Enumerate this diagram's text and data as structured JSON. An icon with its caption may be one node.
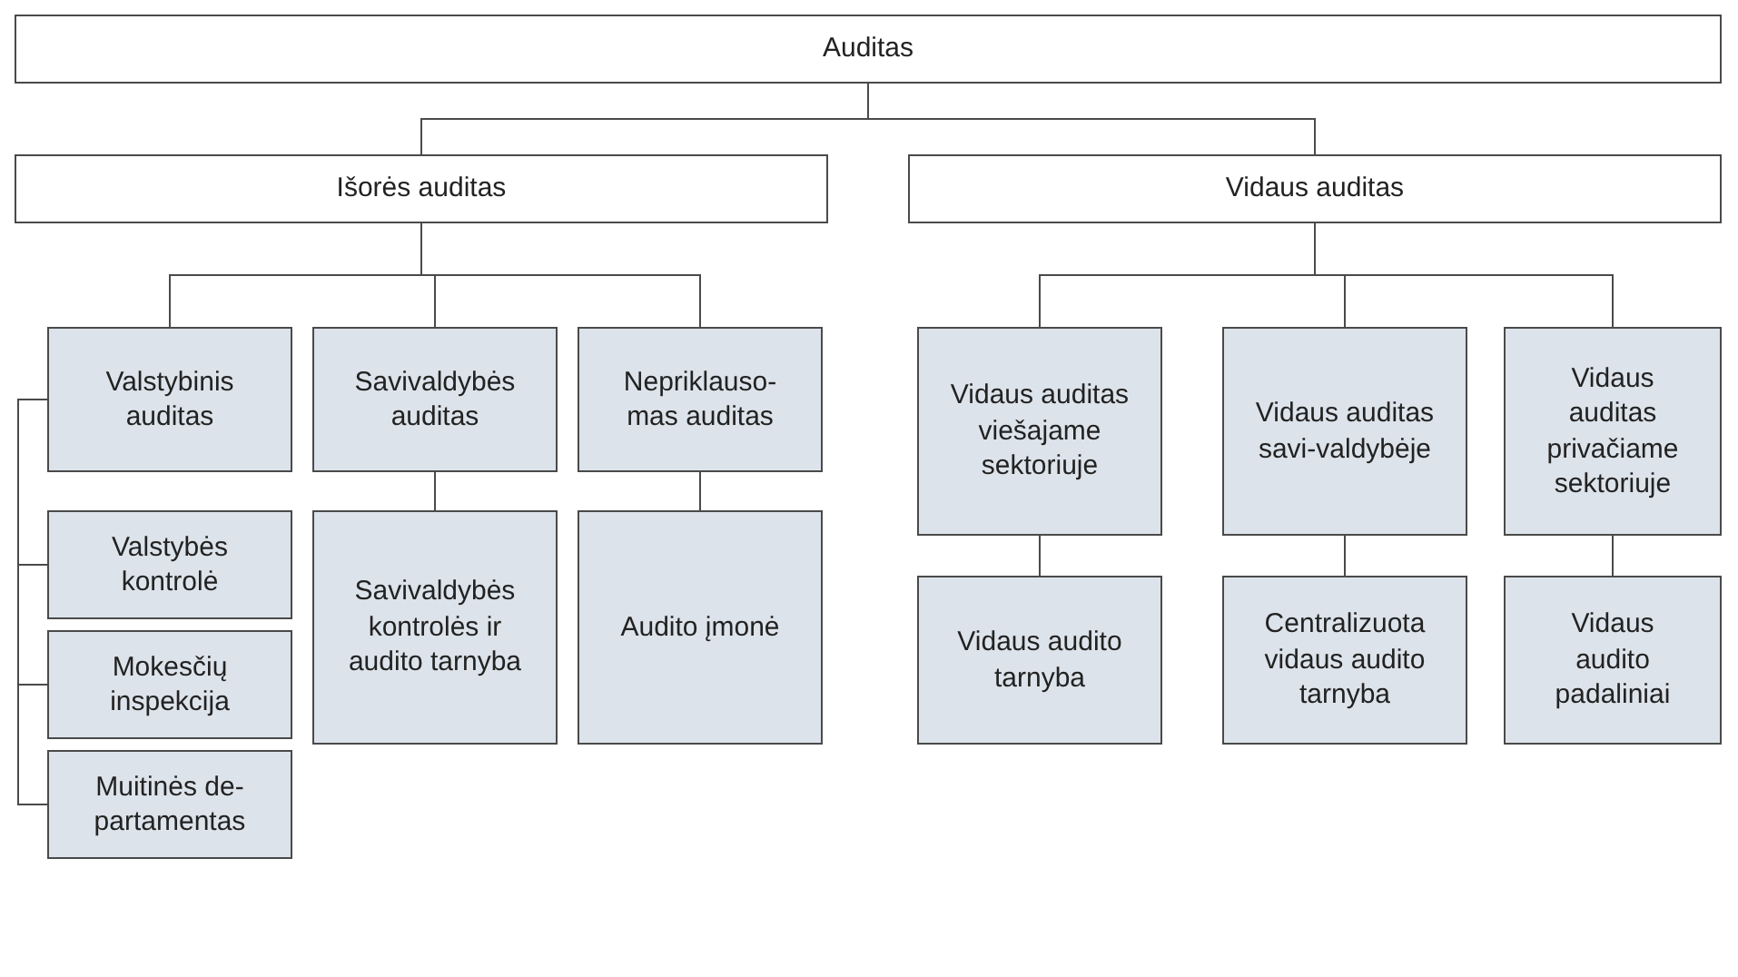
{
  "diagram": {
    "nodes": [
      {
        "text": [
          "Auditas"
        ]
      },
      {
        "text": [
          "Išorės auditas"
        ]
      },
      {
        "text": [
          "Vidaus auditas"
        ]
      },
      {
        "text": [
          "Valstybinis auditas"
        ]
      },
      {
        "text": [
          "Savivaldybės auditas"
        ]
      },
      {
        "text": [
          "Nepriklauso-mas auditas"
        ]
      },
      {
        "text": [
          "Valstybės kontrolė"
        ]
      },
      {
        "text": [
          "Mokesčių inspekcija"
        ]
      },
      {
        "text": [
          "Muitinės de-partamentas"
        ]
      },
      {
        "text": [
          "Savivaldybės kontrolės ir audito tarnyba"
        ]
      },
      {
        "text": [
          "Audito įmonė"
        ]
      },
      {
        "text": [
          "Vidaus auditas viešajame sektoriuje"
        ]
      },
      {
        "text": [
          "Vidaus auditas savi-valdybėje"
        ]
      },
      {
        "text": [
          "Vidaus auditas privačiame sektoriuje"
        ]
      },
      {
        "text": [
          "Vidaus audito tarnyba"
        ]
      },
      {
        "text": [
          "Centralizuota vidaus audito tarnyba"
        ]
      },
      {
        "text": [
          "Vidaus audito padaliniai"
        ]
      }
    ],
    "edges": [
      {
        "from": 0,
        "to": 1,
        "arrow": "none"
      },
      {
        "from": 0,
        "to": 2,
        "arrow": "none"
      },
      {
        "from": 1,
        "to": 3,
        "arrow": "none"
      },
      {
        "from": 1,
        "to": 4,
        "arrow": "none"
      },
      {
        "from": 1,
        "to": 5,
        "arrow": "none"
      },
      {
        "from": 2,
        "to": 11,
        "arrow": "none"
      },
      {
        "from": 2,
        "to": 12,
        "arrow": "none"
      },
      {
        "from": 2,
        "to": 13,
        "arrow": "none"
      },
      {
        "from": 3,
        "to": 6,
        "arrow": "none"
      },
      {
        "from": 3,
        "to": 7,
        "arrow": "none"
      },
      {
        "from": 3,
        "to": 8,
        "arrow": "none"
      },
      {
        "from": 4,
        "to": 9,
        "arrow": "none"
      },
      {
        "from": 5,
        "to": 10,
        "arrow": "none"
      },
      {
        "from": 11,
        "to": 14,
        "arrow": "none"
      },
      {
        "from": 12,
        "to": 15,
        "arrow": "none"
      },
      {
        "from": 13,
        "to": 16,
        "arrow": "none"
      }
    ]
  }
}
